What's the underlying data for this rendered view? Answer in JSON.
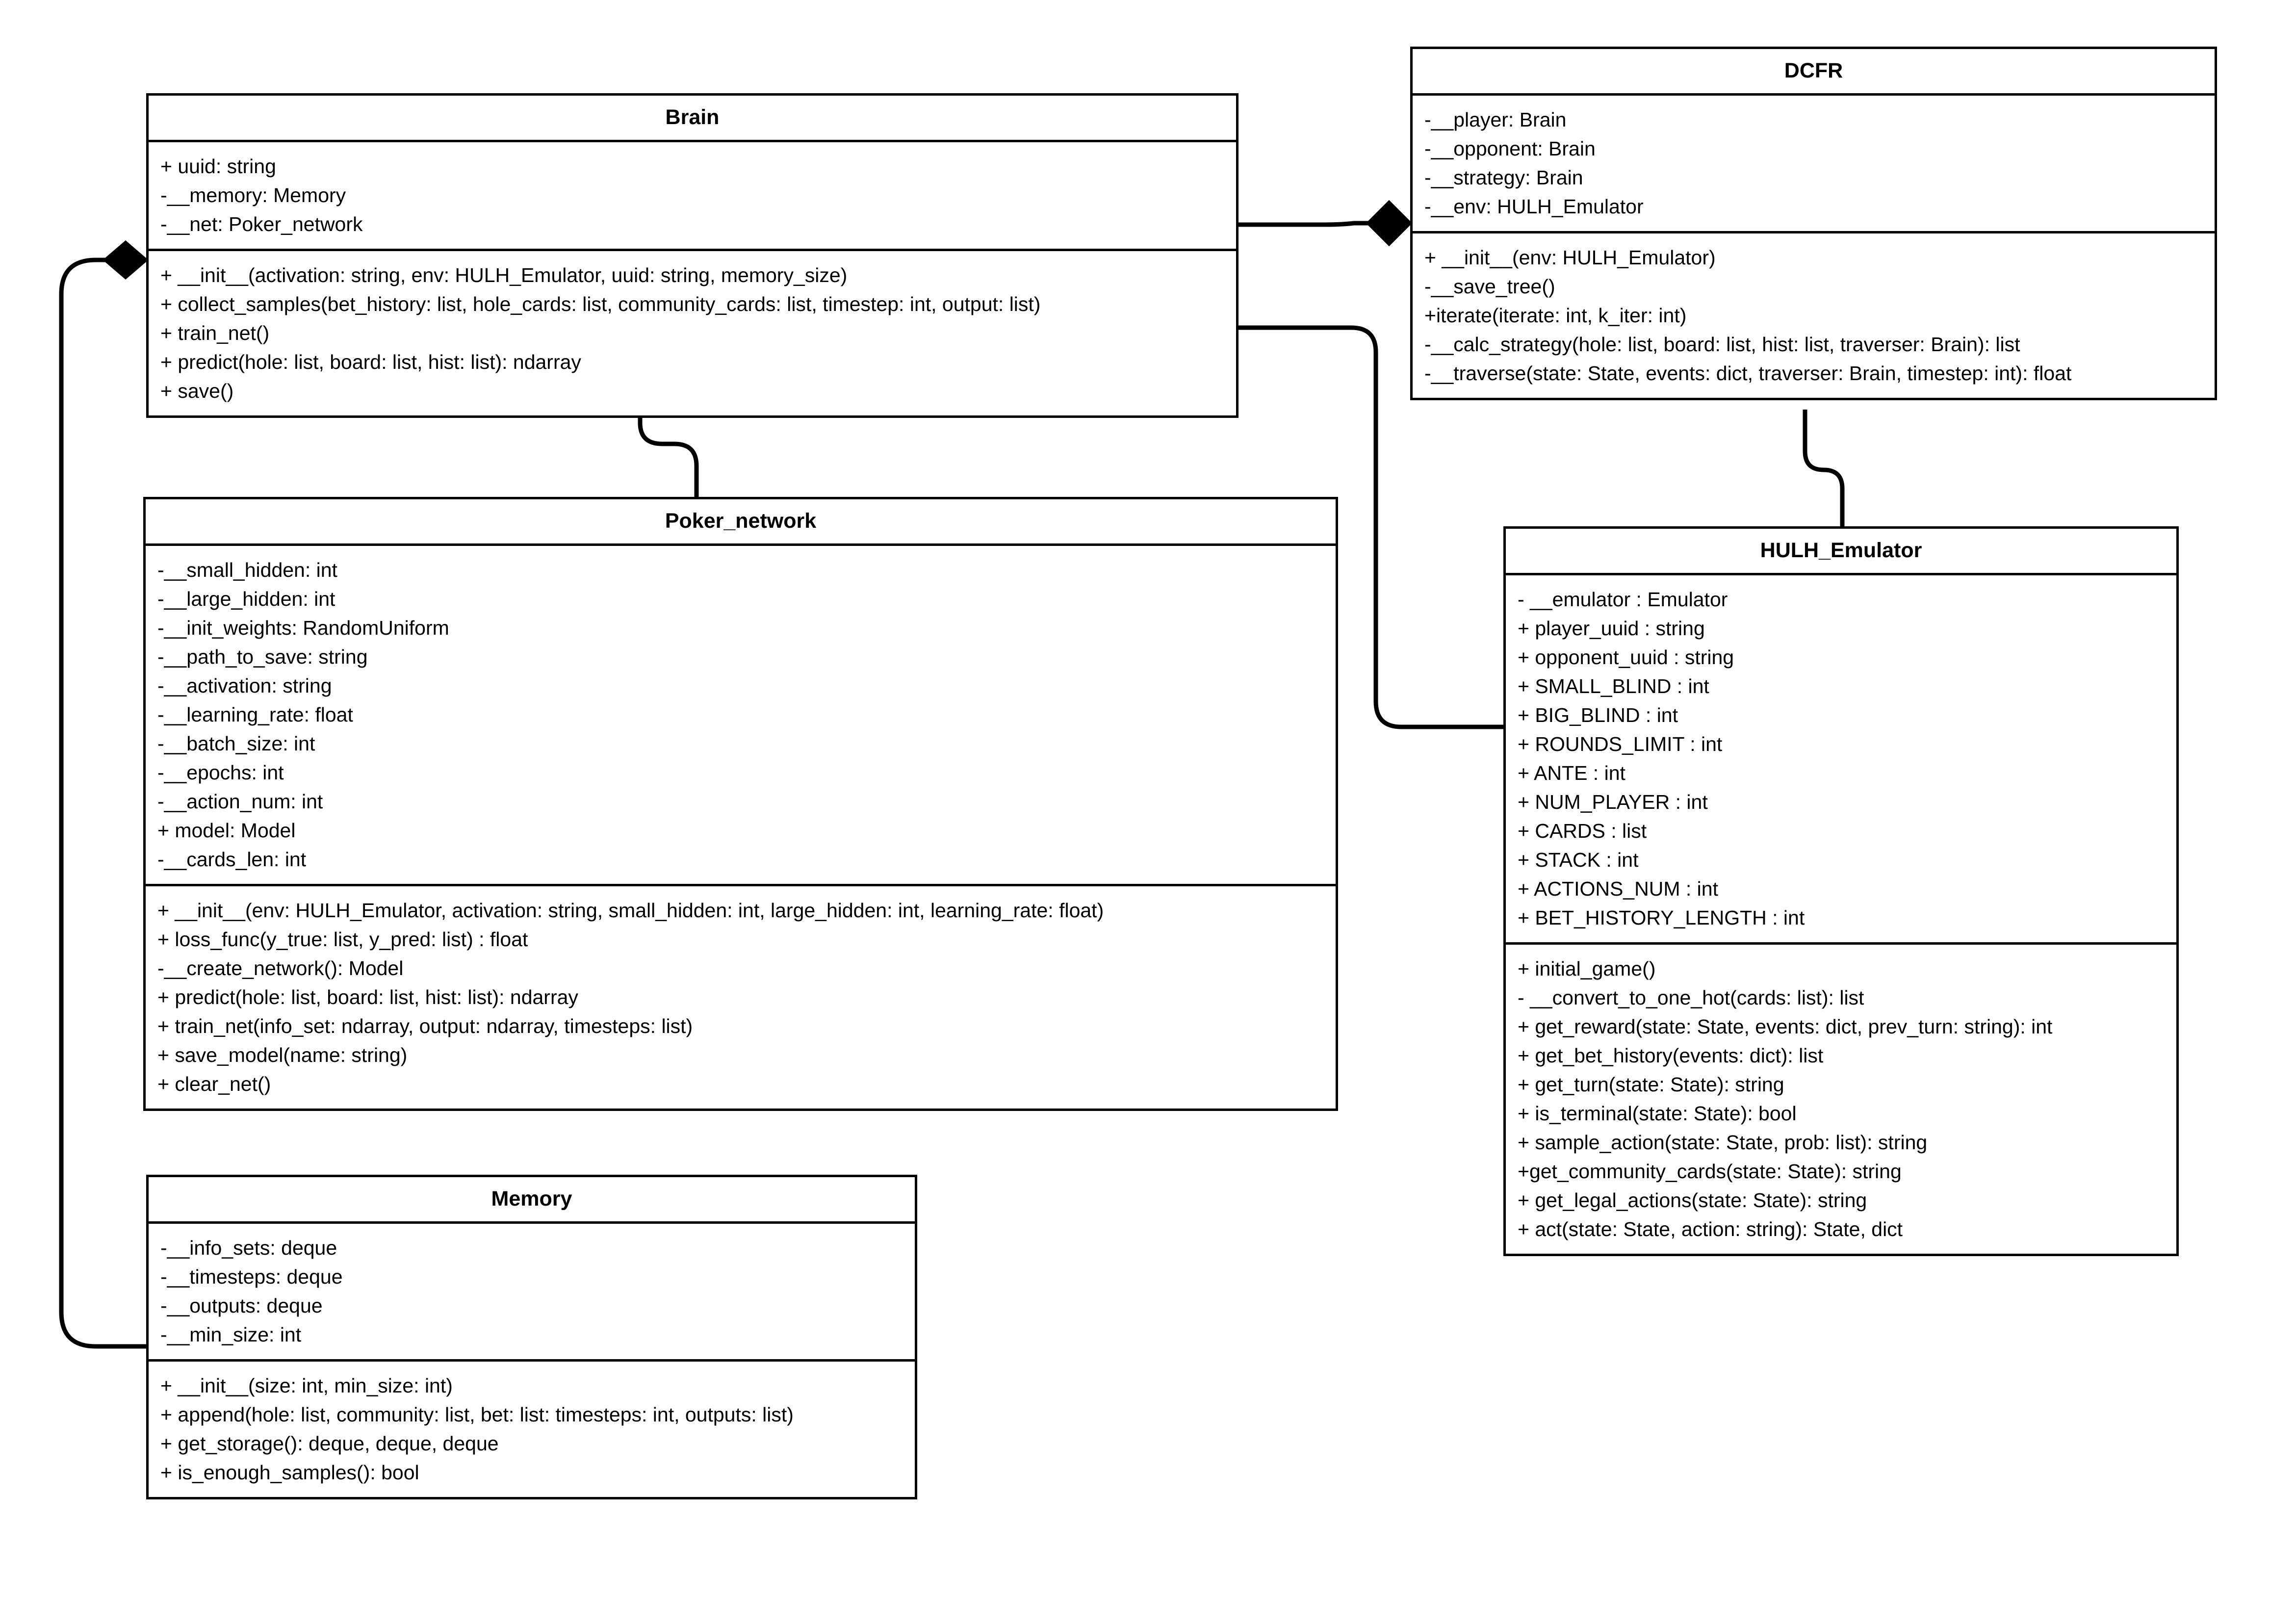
{
  "diagram": {
    "kind": "uml-class-diagram",
    "background_color": "#ffffff",
    "line_color": "#000000",
    "text_color": "#000000"
  },
  "classes": {
    "brain": {
      "name": "Brain",
      "attributes": [
        "+ uuid: string",
        "-__memory: Memory",
        "-__net: Poker_network"
      ],
      "methods": [
        "+ __init__(activation: string, env: HULH_Emulator, uuid: string, memory_size)",
        "+ collect_samples(bet_history: list, hole_cards: list, community_cards: list, timestep: int, output: list)",
        "+ train_net()",
        "+ predict(hole: list, board: list, hist: list): ndarray",
        "+ save()"
      ]
    },
    "dcfr": {
      "name": "DCFR",
      "attributes": [
        "-__player: Brain",
        "-__opponent: Brain",
        "-__strategy: Brain",
        "-__env: HULH_Emulator"
      ],
      "methods": [
        "+ __init__(env: HULH_Emulator)",
        "-__save_tree()",
        "+iterate(iterate: int, k_iter: int)",
        "-__calc_strategy(hole: list, board: list, hist: list, traverser: Brain): list",
        "-__traverse(state: State, events: dict, traverser: Brain, timestep: int): float"
      ]
    },
    "poker_network": {
      "name": "Poker_network",
      "attributes": [
        "-__small_hidden: int",
        "-__large_hidden: int",
        "-__init_weights: RandomUniform",
        "-__path_to_save: string",
        "-__activation: string",
        "-__learning_rate: float",
        "-__batch_size: int",
        "-__epochs: int",
        "-__action_num: int",
        "+ model: Model",
        "-__cards_len: int"
      ],
      "methods": [
        "+ __init__(env: HULH_Emulator, activation: string, small_hidden: int, large_hidden: int, learning_rate: float)",
        "+ loss_func(y_true: list, y_pred: list) : float",
        "-__create_network(): Model",
        "+ predict(hole: list, board: list, hist: list): ndarray",
        "+ train_net(info_set: ndarray, output: ndarray, timesteps: list)",
        "+ save_model(name: string)",
        "+ clear_net()"
      ]
    },
    "memory": {
      "name": "Memory",
      "attributes": [
        "-__info_sets: deque",
        "-__timesteps: deque",
        "-__outputs: deque",
        "-__min_size: int"
      ],
      "methods": [
        "+ __init__(size: int, min_size: int)",
        "+ append(hole: list, community: list, bet: list: timesteps: int, outputs: list)",
        "+ get_storage(): deque, deque, deque",
        "+ is_enough_samples(): bool"
      ]
    },
    "hulh_emulator": {
      "name": "HULH_Emulator",
      "attributes": [
        "- __emulator : Emulator",
        "+ player_uuid : string",
        "+ opponent_uuid : string",
        "+ SMALL_BLIND : int",
        "+ BIG_BLIND : int",
        "+ ROUNDS_LIMIT : int",
        "+ ANTE : int",
        "+ NUM_PLAYER : int",
        "+ CARDS : list",
        "+ STACK : int",
        "+ ACTIONS_NUM : int",
        "+ BET_HISTORY_LENGTH : int"
      ],
      "methods": [
        "+ initial_game()",
        "-  __convert_to_one_hot(cards: list): list",
        "+ get_reward(state: State, events: dict, prev_turn: string): int",
        "+ get_bet_history(events: dict): list",
        "+ get_turn(state: State): string",
        "+ is_terminal(state: State): bool",
        "+ sample_action(state: State, prob: list): string",
        "+get_community_cards(state: State): string",
        "+ get_legal_actions(state: State): string",
        "+ act(state: State, action: string): State, dict"
      ]
    }
  },
  "relationships": [
    {
      "id": "memory-to-brain",
      "from": "Memory",
      "to": "Brain",
      "type": "composition",
      "diamond_at": "Brain"
    },
    {
      "id": "poker-network-to-brain",
      "from": "Poker_network",
      "to": "Brain",
      "type": "composition",
      "diamond_at": "Brain"
    },
    {
      "id": "brain-to-dcfr",
      "from": "Brain",
      "to": "DCFR",
      "type": "composition",
      "diamond_at": "DCFR"
    },
    {
      "id": "brain-to-hulh-emulator",
      "from": "Brain",
      "to": "HULH_Emulator",
      "type": "association",
      "diamond_at": "none"
    },
    {
      "id": "dcfr-to-hulh-emulator",
      "from": "DCFR",
      "to": "HULH_Emulator",
      "type": "association",
      "diamond_at": "none"
    }
  ]
}
